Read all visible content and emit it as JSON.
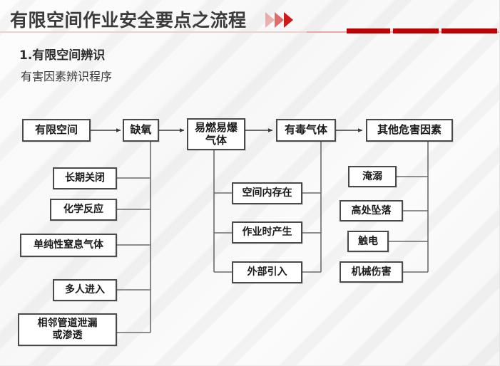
{
  "header": {
    "title": "有限空间作业安全要点之流程",
    "chevron_icon": "triple-chevron-right-icon",
    "accent_color": "#c00000",
    "rule_color": "#e8a7a5"
  },
  "section": {
    "number_title": "1.有限空间辨识",
    "subtitle": "有害因素辨识程序"
  },
  "flowchart": {
    "top_row": [
      {
        "id": "n1",
        "label": "有限空间"
      },
      {
        "id": "n2",
        "label": "缺氧"
      },
      {
        "id": "n3",
        "label": "易燃易爆\n气体"
      },
      {
        "id": "n4",
        "label": "有毒气体"
      },
      {
        "id": "n5",
        "label": "其他危害因素"
      }
    ],
    "branch_oxygen": [
      {
        "id": "b1",
        "label": "长期关闭"
      },
      {
        "id": "b2",
        "label": "化学反应"
      },
      {
        "id": "b3",
        "label": "单纯性窒息气体"
      },
      {
        "id": "b4",
        "label": "多人进入"
      },
      {
        "id": "b5",
        "label": "相邻管道泄漏\n或渗透"
      }
    ],
    "branch_middle": [
      {
        "id": "m1",
        "label": "空间内存在"
      },
      {
        "id": "m2",
        "label": "作业时产生"
      },
      {
        "id": "m3",
        "label": "外部引入"
      }
    ],
    "branch_other": [
      {
        "id": "o1",
        "label": "淹溺"
      },
      {
        "id": "o2",
        "label": "高处坠落"
      },
      {
        "id": "o3",
        "label": "触电"
      },
      {
        "id": "o4",
        "label": "机械伤害"
      }
    ],
    "box_border_color": "#4a4a4a",
    "connector_color": "#6b6b6b"
  }
}
